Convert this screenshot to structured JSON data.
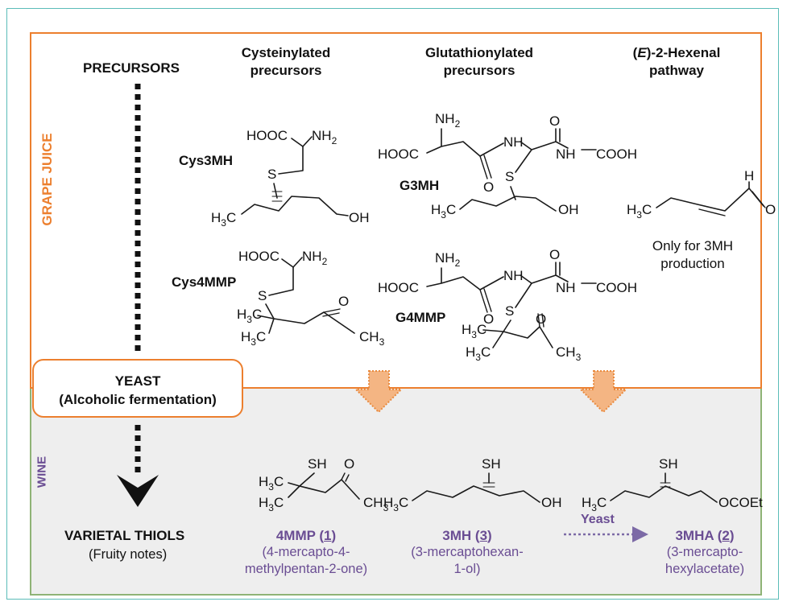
{
  "colors": {
    "juice_border": "#ec7f2e",
    "wine_border": "#8fb376",
    "wine_bg": "#eeeeee",
    "product_text": "#6a4d93",
    "frame": "#5bbcb8"
  },
  "labels": {
    "precursors": "PRECURSORS",
    "grape_juice": "GRAPE JUICE",
    "wine": "WINE",
    "yeast_line1": "YEAST",
    "yeast_line2": "(Alcoholic fermentation)",
    "varietal_thiols": "VARIETAL THIOLS",
    "fruity_notes": "(Fruity notes)",
    "yeast_arrow": "Yeast"
  },
  "columns": {
    "cysteinylated": {
      "line1": "Cysteinylated",
      "line2": "precursors"
    },
    "glutathionylated": {
      "line1": "Glutathionylated",
      "line2": "precursors"
    },
    "hexenal": {
      "line1_italic": "E",
      "line1_rest": ")-2-Hexenal",
      "line1_open": "(",
      "line2": "pathway"
    }
  },
  "compounds": {
    "cys3mh": "Cys3MH",
    "cys4mmp": "Cys4MMP",
    "g3mh": "G3MH",
    "g4mmp": "G4MMP"
  },
  "hexenal_note": {
    "line1": "Only for 3MH",
    "line2": "production"
  },
  "products": [
    {
      "name": "4MMP (",
      "num": "1",
      "close": ")",
      "desc1": "(4-mercapto-4-",
      "desc2": "methylpentan-2-one)"
    },
    {
      "name": "3MH (",
      "num": "3",
      "close": ")",
      "desc1": "(3-mercaptohexan-",
      "desc2": "1-ol)"
    },
    {
      "name": "3MHA (",
      "num": "2",
      "close": ")",
      "desc1": "(3-mercapto-",
      "desc2": "hexylacetate)"
    }
  ],
  "atoms": {
    "hooc": "HOOC",
    "nh": "NH",
    "h": "H",
    "c": "C",
    "s": "S",
    "o": "O",
    "oh": "OH",
    "sh": "SH",
    "cooh": "COOH",
    "two": "2",
    "three": "3",
    "ococet": "OCOEt"
  }
}
